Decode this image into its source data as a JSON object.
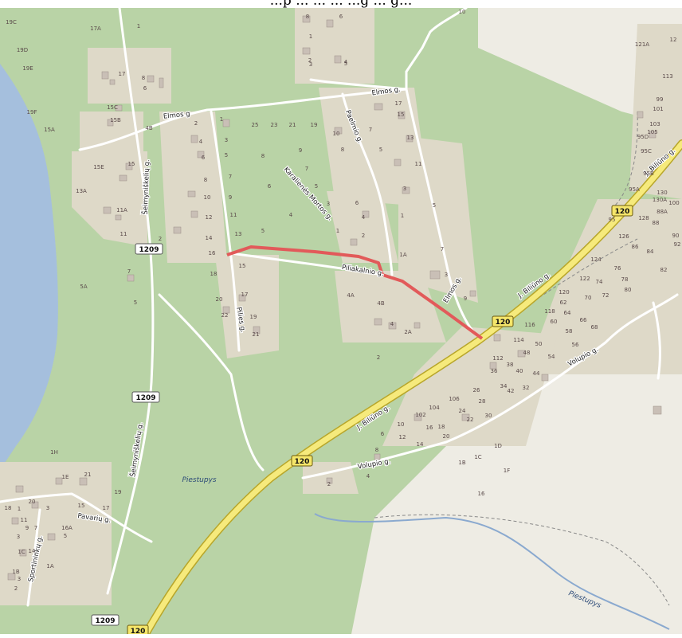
{
  "caption": "...p ... ... ... ...g ... g...",
  "colors": {
    "land_green": "#b9d3a6",
    "residential": "#ded9c8",
    "open_land": "#eeece4",
    "water": "#a5bfdd",
    "primary_road": "#f6ea7c",
    "route_highlight": "#e25a5a",
    "road": "#ffffff"
  },
  "route_shields": [
    {
      "id": "r120a",
      "label": "120",
      "kind": "primary"
    },
    {
      "id": "r120b",
      "label": "120",
      "kind": "primary"
    },
    {
      "id": "r120c",
      "label": "120",
      "kind": "primary"
    },
    {
      "id": "r120d",
      "label": "120",
      "kind": "primary"
    },
    {
      "id": "r1209a",
      "label": "1209",
      "kind": "regional"
    },
    {
      "id": "r1209b",
      "label": "1209",
      "kind": "regional"
    },
    {
      "id": "r1209c",
      "label": "1209",
      "kind": "regional"
    }
  ],
  "street_names": [
    {
      "id": "elmos-1",
      "label": "Elmos g"
    },
    {
      "id": "elmos-2",
      "label": "Elmos g."
    },
    {
      "id": "elmos-3",
      "label": "Elmos g."
    },
    {
      "id": "paelmio",
      "label": "Paelmio g."
    },
    {
      "id": "karalienes",
      "label": "Karalienės Mortos g."
    },
    {
      "id": "piliakalnio",
      "label": "Piliakalnio g."
    },
    {
      "id": "pilies",
      "label": "Pilies g."
    },
    {
      "id": "seimyniskeliu-1",
      "label": "Šeimyniškelių g."
    },
    {
      "id": "seimyniskeliu-2",
      "label": "Šeimyniškelių g."
    },
    {
      "id": "biliuno-1",
      "label": "J. Biliūno g."
    },
    {
      "id": "biliuno-2",
      "label": "J. Biliūno g."
    },
    {
      "id": "biliuno-3",
      "label": "J. Biliūno g."
    },
    {
      "id": "volupio-1",
      "label": "Volupio g."
    },
    {
      "id": "volupio-2",
      "label": "Volupio g."
    },
    {
      "id": "pavariu",
      "label": "Pavarių g."
    },
    {
      "id": "sportininku",
      "label": "Sportininkų g."
    }
  ],
  "place_labels": [
    {
      "id": "piestupys",
      "label": "Piestupys"
    },
    {
      "id": "piestupys-stream",
      "label": "Piestupys"
    }
  ],
  "house_numbers": [
    "19C",
    "17A",
    "1",
    "19D",
    "19E",
    "17",
    "8",
    "6",
    "15C",
    "15B",
    "4B",
    "19F",
    "15A",
    "15E",
    "15",
    "13A",
    "11A",
    "11",
    "2",
    "7",
    "5",
    "5A",
    "1",
    "3",
    "5",
    "7",
    "9",
    "11",
    "13",
    "15",
    "17",
    "19",
    "21",
    "2",
    "4",
    "6",
    "8",
    "10",
    "12",
    "14",
    "16",
    "18",
    "20",
    "22",
    "25",
    "23",
    "21",
    "19",
    "8",
    "9",
    "6",
    "7",
    "5",
    "3",
    "4",
    "5",
    "1",
    "2",
    "6",
    "4",
    "8",
    "10",
    "7",
    "5",
    "13",
    "11",
    "17",
    "15",
    "3",
    "1",
    "1A",
    "5",
    "7",
    "3",
    "9",
    "2",
    "4",
    "8",
    "6",
    "10",
    "4A",
    "4B",
    "4",
    "2A",
    "2",
    "121A",
    "12",
    "113",
    "99",
    "101",
    "103",
    "105",
    "95D",
    "95C",
    "95B",
    "95A",
    "95",
    "130",
    "130A",
    "100",
    "88A",
    "128",
    "88",
    "126",
    "86",
    "84",
    "90",
    "92",
    "124",
    "76",
    "82",
    "122",
    "74",
    "78",
    "120",
    "72",
    "70",
    "80",
    "118",
    "62",
    "64",
    "60",
    "66",
    "116",
    "58",
    "68",
    "56",
    "114",
    "50",
    "48",
    "54",
    "112",
    "38",
    "44",
    "36",
    "40",
    "34",
    "32",
    "42",
    "106",
    "26",
    "28",
    "104",
    "24",
    "30",
    "102",
    "16",
    "18",
    "20",
    "22",
    "10",
    "12",
    "14",
    "6",
    "8",
    "4",
    "2",
    "1B",
    "1C",
    "1D",
    "1F",
    "16",
    "1H",
    "1E",
    "21",
    "19",
    "20",
    "3",
    "15",
    "17",
    "18",
    "1",
    "11",
    "9",
    "7",
    "16A",
    "5",
    "3",
    "14",
    "1C",
    "1A",
    "1B",
    "3",
    "2",
    "1",
    "3",
    "5"
  ]
}
